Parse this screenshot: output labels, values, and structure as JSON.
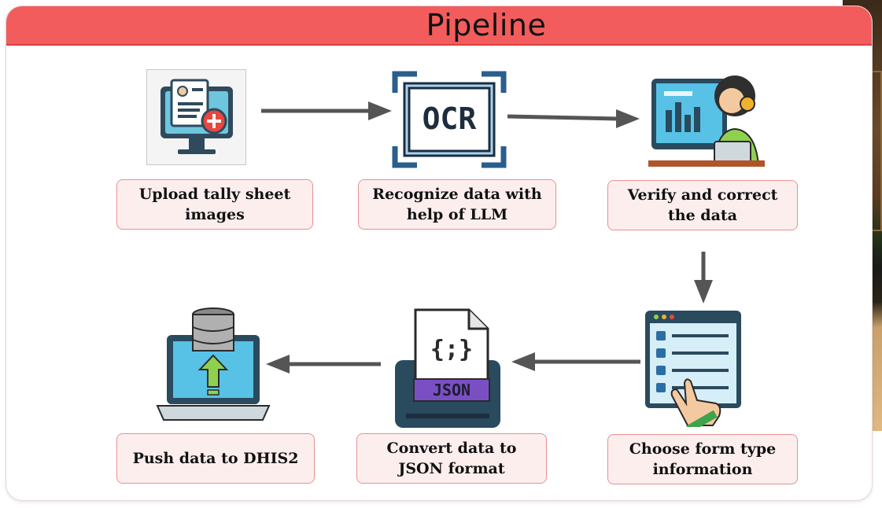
{
  "title": "Pipeline",
  "steps": {
    "upload": {
      "label": "Upload tally sheet images",
      "icon": "upload-monitor-icon"
    },
    "recognize": {
      "label": "Recognize data with help of LLM",
      "icon": "ocr-icon",
      "icon_text": "OCR"
    },
    "verify": {
      "label": "Verify and correct the data",
      "icon": "operator-dashboard-icon"
    },
    "choose": {
      "label": "Choose form type information",
      "icon": "checklist-form-icon"
    },
    "convert": {
      "label": "Convert data to JSON format",
      "icon": "json-file-icon",
      "icon_text_top": "{;}",
      "icon_text_bottom": "JSON"
    },
    "push": {
      "label": "Push data to DHIS2",
      "icon": "database-upload-laptop-icon"
    }
  },
  "colors": {
    "banner": "#f35c5c",
    "label_bg": "#fdeeee",
    "label_border": "#e89090",
    "arrow": "#555555"
  }
}
